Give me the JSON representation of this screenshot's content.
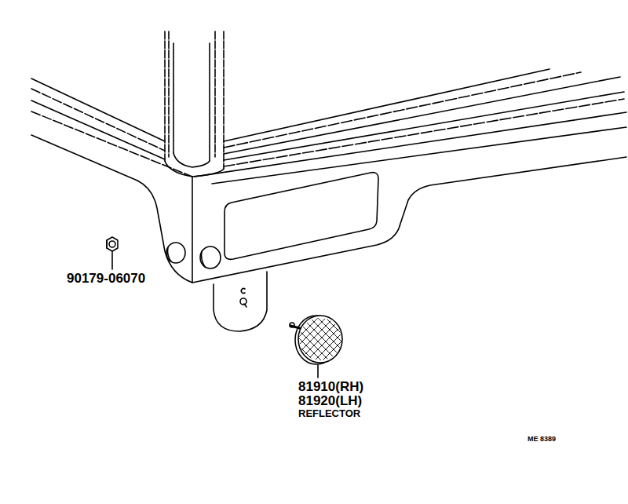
{
  "diagram": {
    "labels": [
      "90179-06070",
      "81910(RH)",
      "81920(LH)",
      "REFLECTOR",
      "ME 8389"
    ]
  }
}
